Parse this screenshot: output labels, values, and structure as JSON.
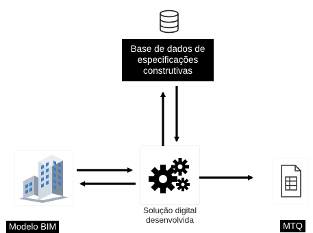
{
  "database": {
    "lines": [
      "Base de dados de",
      "especificações",
      "construtivas"
    ],
    "icon": "database-icon"
  },
  "solution": {
    "lines": [
      "Solução digital",
      "desenvolvida"
    ],
    "icon": "gears-icon"
  },
  "bim": {
    "label": "Modelo BIM",
    "icon": "building-icon"
  },
  "mtq": {
    "label": "MTQ",
    "icon": "spreadsheet-file-icon"
  }
}
